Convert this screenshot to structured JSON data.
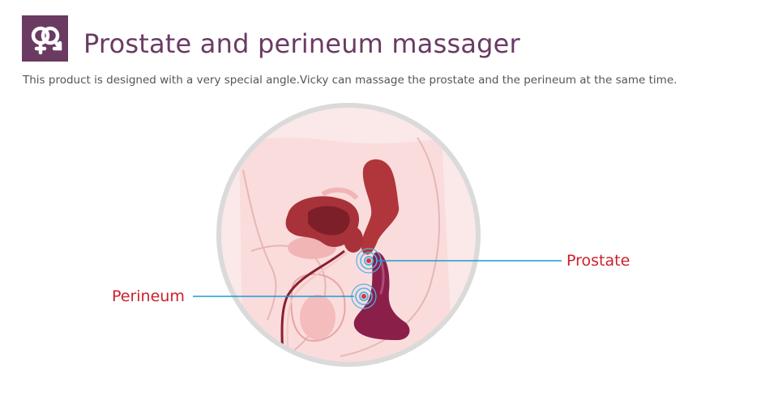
{
  "header": {
    "title": "Prostate and perineum massager",
    "description": "This product is designed with a very special angle.Vicky can massage the prostate and the perineum at the same time."
  },
  "icons": {
    "logo": "gender-symbols-icon"
  },
  "diagram": {
    "labels": {
      "prostate": "Prostate",
      "perineum": "Perineum"
    }
  },
  "colors": {
    "brand": "#6b3a63",
    "label": "#cc1f2d",
    "callout_line": "#1e9ad6",
    "device": "#8a1f4a",
    "organ": "#b0363c"
  }
}
